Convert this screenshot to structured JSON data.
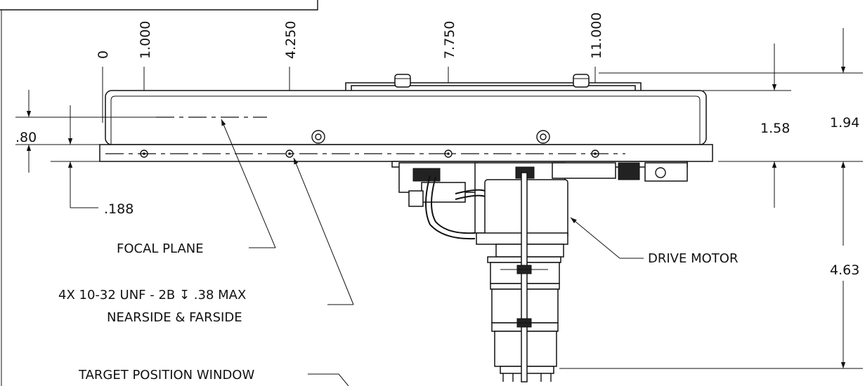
{
  "ordinate_dims": {
    "zero": "0",
    "d1": "1.000",
    "d2": "4.250",
    "d3": "7.750",
    "d4": "11.000"
  },
  "vertical_dims": {
    "focal_offset": ".80",
    "hole_offset": ".188",
    "base_height": "1.58",
    "overall_height": "1.94",
    "motor_drop": "4.63"
  },
  "callouts": {
    "focal_plane": "FOCAL PLANE",
    "hole_note_line1": "4X 10-32 UNF - 2B ↧ .38 MAX",
    "hole_note_line2": "NEARSIDE & FARSIDE",
    "drive_motor": "DRIVE MOTOR",
    "target_window": "TARGET POSITION WINDOW"
  }
}
